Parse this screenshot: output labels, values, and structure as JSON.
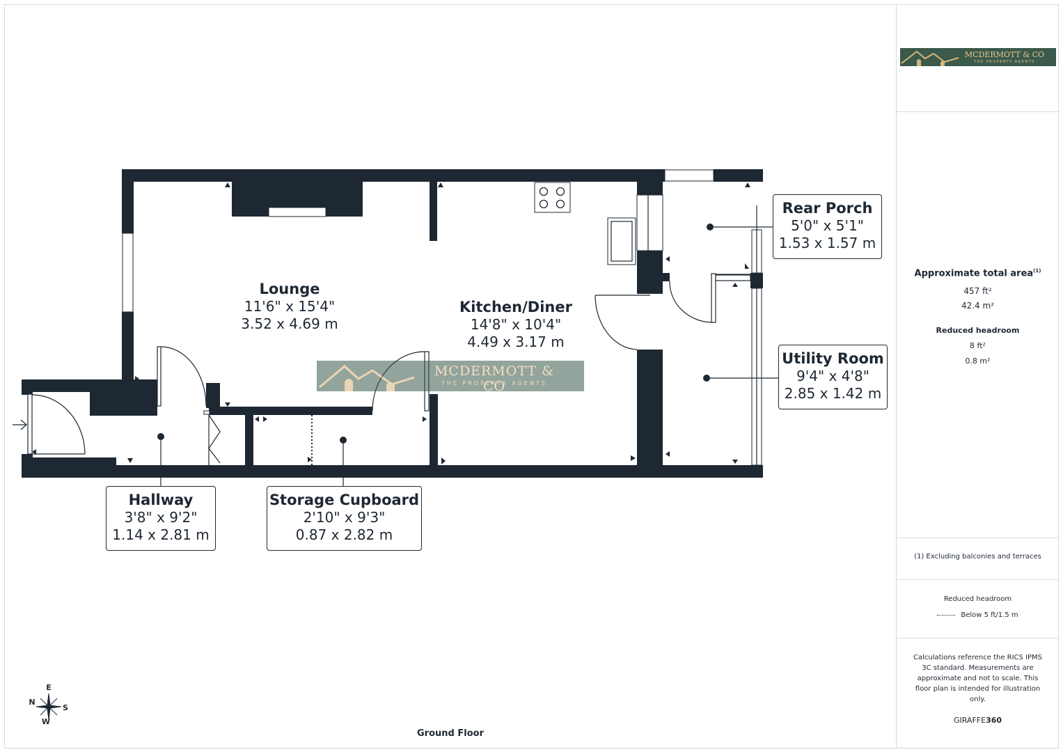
{
  "brand": {
    "name": "MCDERMOTT & CO",
    "tagline": "THE PROPERTY AGENTS",
    "bg_color": "#3b5a4c",
    "accent_color": "#d9b47a"
  },
  "rooms": [
    {
      "id": "lounge",
      "name": "Lounge",
      "imperial": "11'6\" x 15'4\"",
      "metric": "3.52 x 4.69 m"
    },
    {
      "id": "kitchen",
      "name": "Kitchen/Diner",
      "imperial": "14'8\" x 10'4\"",
      "metric": "4.49 x 3.17 m"
    },
    {
      "id": "rear_porch",
      "name": "Rear Porch",
      "imperial": "5'0\" x 5'1\"",
      "metric": "1.53 x 1.57 m"
    },
    {
      "id": "utility",
      "name": "Utility Room",
      "imperial": "9'4\" x 4'8\"",
      "metric": "2.85 x 1.42 m"
    },
    {
      "id": "hallway",
      "name": "Hallway",
      "imperial": "3'8\" x 9'2\"",
      "metric": "1.14 x 2.81 m"
    },
    {
      "id": "storage",
      "name": "Storage Cupboard",
      "imperial": "2'10\" x 9'3\"",
      "metric": "0.87 x 2.82 m"
    }
  ],
  "floor_label": "Ground Floor",
  "compass": {
    "n": "N",
    "e": "E",
    "s": "S",
    "w": "W"
  },
  "sidebar": {
    "area_title": "Approximate total area",
    "area_footnote_mark": "(1)",
    "area_ft": "457 ft²",
    "area_m": "42.4 m²",
    "reduced_title": "Reduced headroom",
    "reduced_ft": "8 ft²",
    "reduced_m": "0.8 m²",
    "footnote": "(1) Excluding balconies and terraces",
    "legend_title": "Reduced headroom",
    "legend_text": "Below 5 ft/1.5 m",
    "disclaimer": "Calculations reference the RICS IPMS 3C standard. Measurements are approximate and not to scale. This floor plan is intended for illustration only.",
    "credit_a": "GIRAFFE",
    "credit_b": "360"
  },
  "colors": {
    "wall": "#1e2833",
    "border": "#d6d9dc"
  }
}
